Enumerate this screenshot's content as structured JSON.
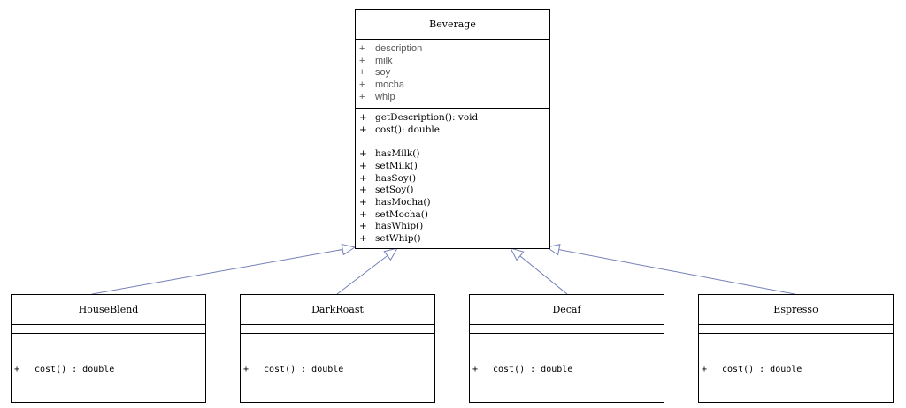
{
  "colors": {
    "connector": "#7480b8",
    "box_border": "#000000",
    "attribute_text": "#555555"
  },
  "beverage": {
    "name": "Beverage",
    "attributes": [
      {
        "vis": "+",
        "text": "description"
      },
      {
        "vis": "+",
        "text": "milk"
      },
      {
        "vis": "+",
        "text": "soy"
      },
      {
        "vis": "+",
        "text": "mocha"
      },
      {
        "vis": "+",
        "text": "whip"
      }
    ],
    "methods_primary": [
      {
        "vis": "+",
        "text": "getDescription(): void"
      },
      {
        "vis": "+",
        "text": "cost(): double"
      }
    ],
    "methods_secondary": [
      {
        "vis": "+",
        "text": "hasMilk()"
      },
      {
        "vis": "+",
        "text": "setMilk()"
      },
      {
        "vis": "+",
        "text": "hasSoy()"
      },
      {
        "vis": "+",
        "text": "setSoy()"
      },
      {
        "vis": "+",
        "text": "hasMocha()"
      },
      {
        "vis": "+",
        "text": "setMocha()"
      },
      {
        "vis": "+",
        "text": "hasWhip()"
      },
      {
        "vis": "+",
        "text": "setWhip()"
      }
    ]
  },
  "subclasses": [
    {
      "name": "HouseBlend",
      "method": {
        "vis": "+",
        "text": "cost() : double"
      }
    },
    {
      "name": "DarkRoast",
      "method": {
        "vis": "+",
        "text": "cost() : double"
      }
    },
    {
      "name": "Decaf",
      "method": {
        "vis": "+",
        "text": "cost() : double"
      }
    },
    {
      "name": "Espresso",
      "method": {
        "vis": "+",
        "text": "cost() : double"
      }
    }
  ]
}
